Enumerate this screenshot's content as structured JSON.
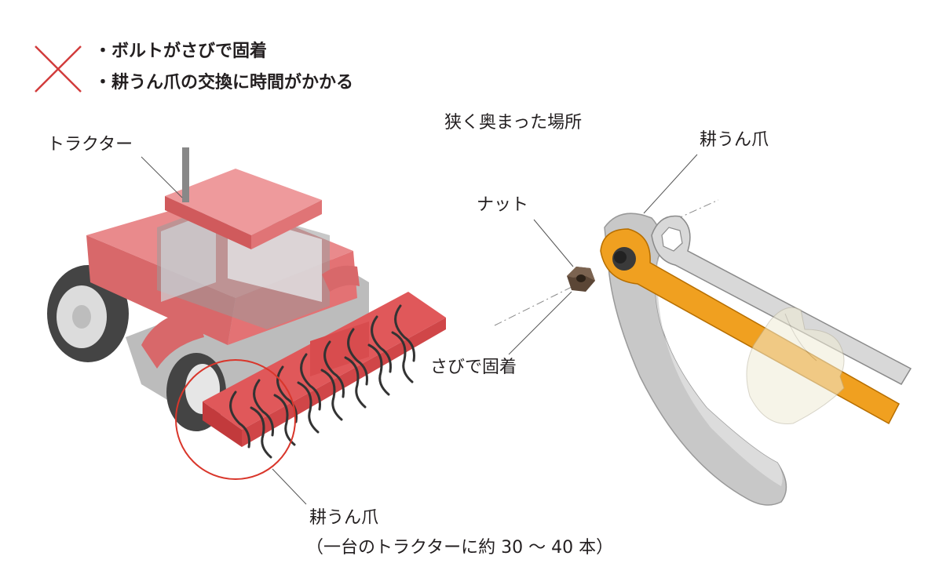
{
  "problems": {
    "items": [
      "・ボルトがさびで固着",
      "・耕うん爪の交換に時間がかかる"
    ]
  },
  "labels": {
    "tractor": "トラクター",
    "narrow_place": "狭く奥まった場所",
    "nut": "ナット",
    "tine_right": "耕うん爪",
    "rust_stuck": "さびで固着",
    "tine_bottom": "耕うん爪",
    "tine_count": "（一台のトラクターに約 30 ～ 40 本）"
  },
  "colors": {
    "cross_mark": "#d23c3c",
    "highlight_circle": "#d9362b",
    "tractor_body": "#e5787a",
    "wrench_orange": "#f0a020"
  },
  "icons": [
    "cross-icon"
  ]
}
